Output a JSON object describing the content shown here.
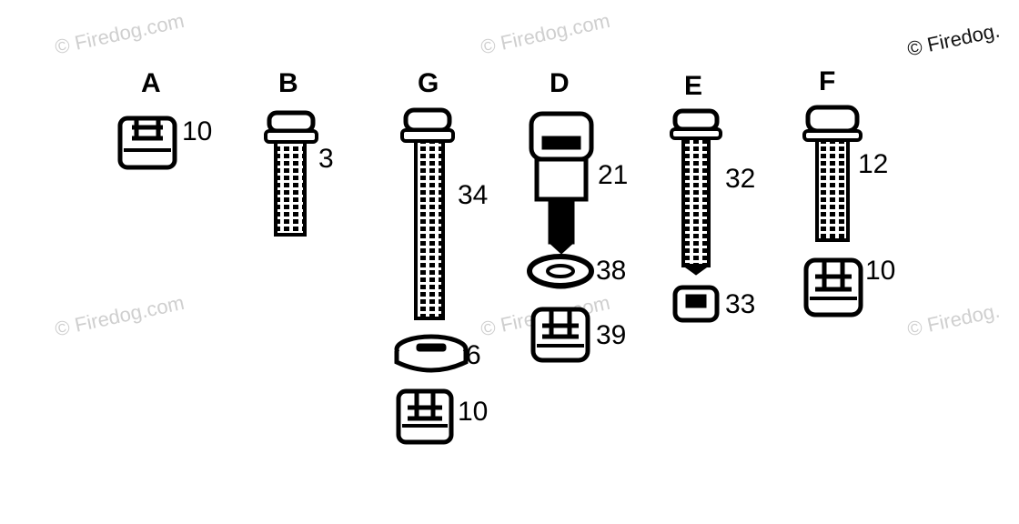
{
  "watermark": "© Firedog.com",
  "watermark_short": "© Firedog.",
  "groups": [
    {
      "letter": "A",
      "parts": [
        "10"
      ]
    },
    {
      "letter": "B",
      "parts": [
        "3"
      ]
    },
    {
      "letter": "G",
      "parts": [
        "34",
        "6",
        "10"
      ]
    },
    {
      "letter": "D",
      "parts": [
        "21",
        "38",
        "39"
      ]
    },
    {
      "letter": "E",
      "parts": [
        "32",
        "33"
      ]
    },
    {
      "letter": "F",
      "parts": [
        "12",
        "10"
      ]
    }
  ],
  "colors": {
    "ink": "#000000",
    "watermark": "#cfcfcf",
    "background": "#ffffff"
  }
}
